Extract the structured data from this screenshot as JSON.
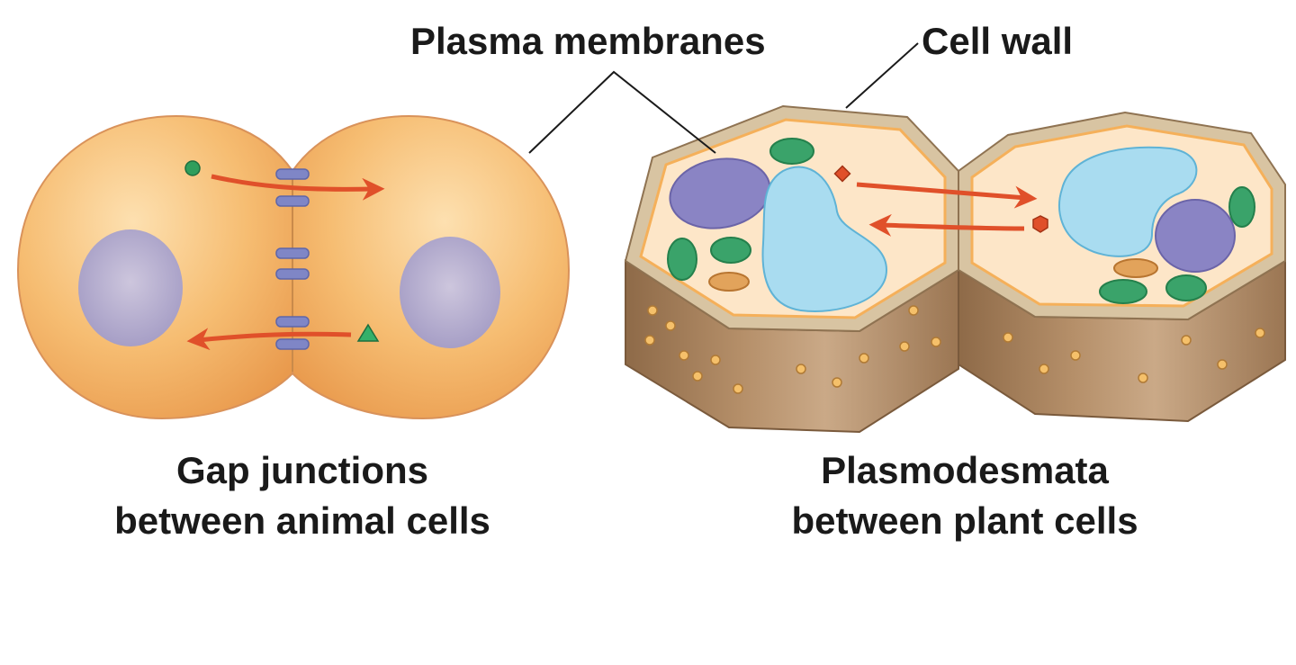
{
  "labels": {
    "plasma_membranes": "Plasma membranes",
    "cell_wall": "Cell wall"
  },
  "captions": {
    "animal": {
      "line1": "Gap junctions",
      "line2": "between animal cells"
    },
    "plant": {
      "line1": "Plasmodesmata",
      "line2": "between plant cells"
    }
  },
  "colors": {
    "animal_cell": "#f2b56b",
    "nucleus": "#b7aed0",
    "junction": "#7f86c6",
    "arrow": "#e0502a",
    "cell_wall_top": "#d6c29f",
    "cytoplasm": "#fde6c8",
    "membrane": "#f5b05a",
    "vacuole": "#a9dcf0",
    "plant_nucleus": "#8a84c4",
    "chloroplast": "#3aa36a",
    "mitochondrion": "#d9913f",
    "wall_side": "#a9825d"
  }
}
